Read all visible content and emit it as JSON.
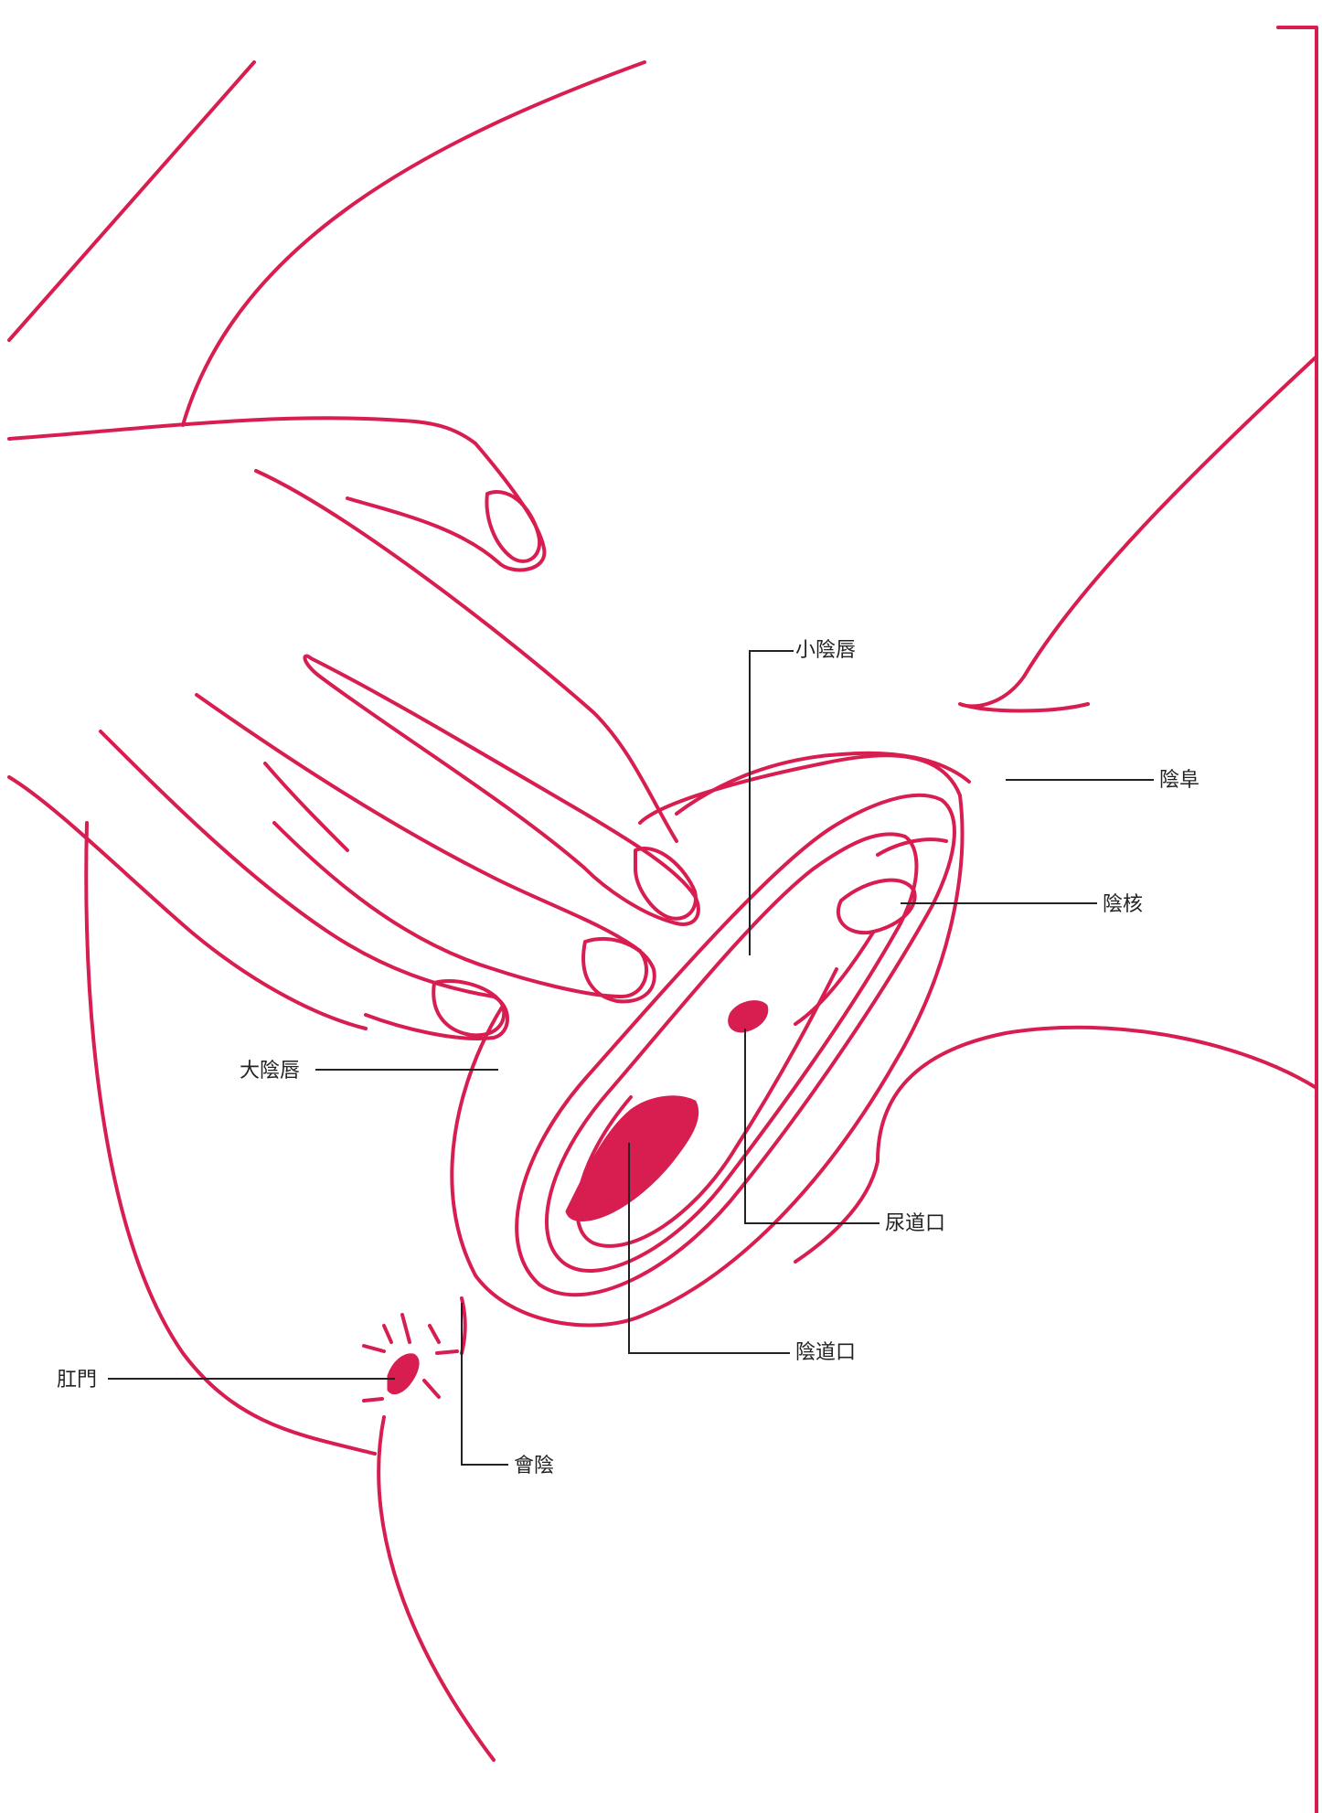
{
  "colors": {
    "line": "#d81e50",
    "fill": "#d81e50",
    "label_text": "#222222",
    "leader": "#222222",
    "background": "#ffffff"
  },
  "labels": {
    "labia_minora": "小陰唇",
    "mons_pubis": "陰阜",
    "clitoris": "陰核",
    "labia_majora": "大陰唇",
    "urethral_opening": "尿道口",
    "vaginal_opening": "陰道口",
    "anus": "肛門",
    "perineum": "會陰"
  }
}
